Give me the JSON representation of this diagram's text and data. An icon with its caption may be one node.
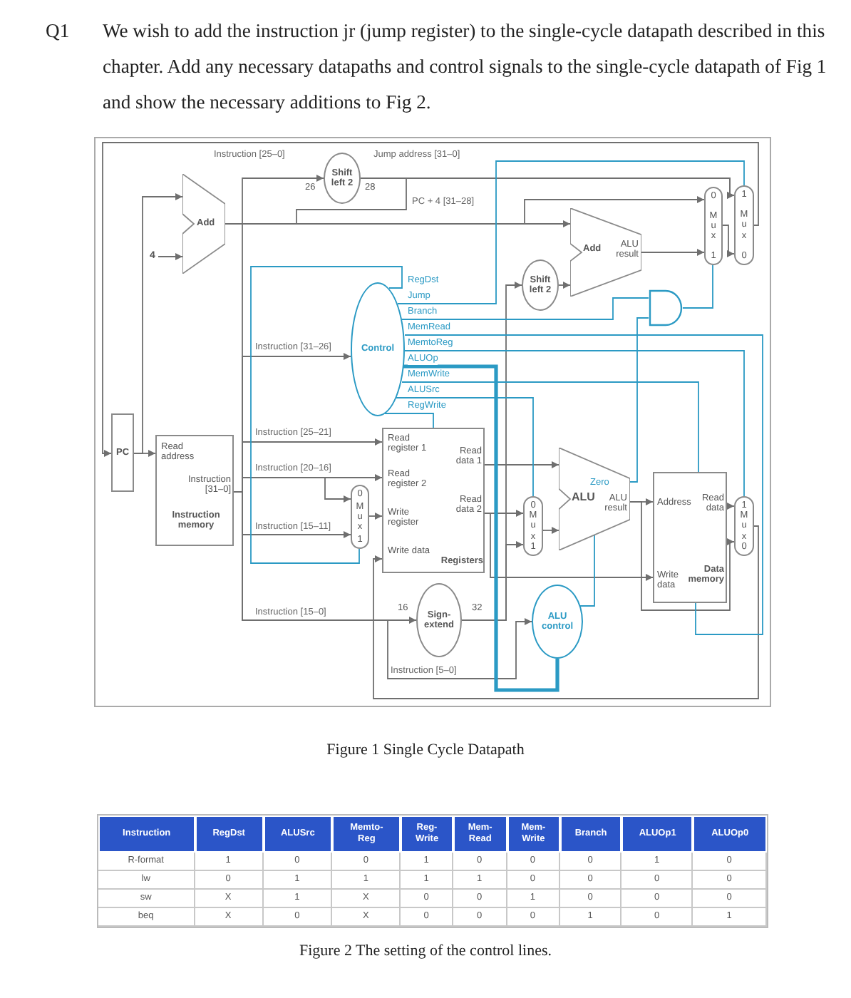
{
  "diagram": {
    "nodes": [
      {
        "text": [
          "PC"
        ]
      },
      {
        "text": [
          "Read address",
          "Instruction [31–0]",
          "Instruction memory"
        ]
      },
      {
        "text": [
          "Add"
        ]
      },
      {
        "text": [
          "Shift left 2"
        ]
      },
      {
        "text": [
          "Control"
        ]
      },
      {
        "text": [
          "Read register 1",
          "Read data 1",
          "Read register 2",
          "Write register",
          "Read data 2",
          "Write data",
          "Registers"
        ]
      },
      {
        "text": [
          "0",
          "Mux",
          "1"
        ]
      },
      {
        "text": [
          "Sign-extend"
        ]
      },
      {
        "text": [
          "0",
          "Mux",
          "1"
        ]
      },
      {
        "text": [
          "Zero",
          "ALU",
          "ALU result"
        ]
      },
      {
        "text": [
          "ALU control"
        ]
      },
      {
        "text": [
          "Address",
          "Read data",
          "Write data",
          "Data memory"
        ]
      },
      {
        "text": [
          "1",
          "Mux",
          "0"
        ]
      },
      {
        "text": [
          "Shift left 2"
        ]
      },
      {
        "text": [
          "Add",
          "ALU result"
        ]
      },
      {
        "text": [
          "0",
          "Mux",
          "1"
        ]
      },
      {
        "text": [
          "1",
          "Mux",
          "0"
        ]
      },
      {
        "text": [],
        "shape": "gate"
      },
      {
        "text": [
          "4"
        ]
      }
    ],
    "edges": [
      {
        "from": 0,
        "to": 1,
        "arrow": "to"
      },
      {
        "from": 0,
        "to": 2,
        "arrow": "to"
      },
      {
        "from": 18,
        "to": 2,
        "arrow": "to"
      },
      {
        "from": 1,
        "to": 3,
        "arrow": "to",
        "label": "Instruction [25–0]"
      },
      {
        "from": 3,
        "to": 16,
        "arrow": "to",
        "label": "Jump address [31–0]"
      },
      {
        "from": 2,
        "to": 16,
        "arrow": "to",
        "label": "PC + 4 [31–28]"
      },
      {
        "from": 2,
        "to": 14,
        "arrow": "to"
      },
      {
        "from": 2,
        "to": 15,
        "arrow": "to"
      },
      {
        "from": 1,
        "to": 4,
        "arrow": "to",
        "label": "Instruction [31–26]"
      },
      {
        "from": 1,
        "to": 5,
        "arrow": "to",
        "label": "Instruction [25–21]"
      },
      {
        "from": 1,
        "to": 5,
        "arrow": "to",
        "label": "Instruction [20–16]"
      },
      {
        "from": 1,
        "to": 6,
        "arrow": "to"
      },
      {
        "from": 1,
        "to": 6,
        "arrow": "to",
        "label": "Instruction [15–11]"
      },
      {
        "from": 6,
        "to": 5,
        "arrow": "to"
      },
      {
        "from": 1,
        "to": 7,
        "arrow": "to",
        "label": "Instruction [15–0]"
      },
      {
        "from": 1,
        "to": 10,
        "arrow": "to",
        "label": "Instruction [5–0]"
      },
      {
        "from": 5,
        "to": 9,
        "arrow": "to"
      },
      {
        "from": 5,
        "to": 8,
        "arrow": "to"
      },
      {
        "from": 5,
        "to": 11,
        "arrow": "to"
      },
      {
        "from": 7,
        "to": 8,
        "arrow": "to"
      },
      {
        "from": 7,
        "to": 13,
        "arrow": "to"
      },
      {
        "from": 13,
        "to": 14,
        "arrow": "to"
      },
      {
        "from": 14,
        "to": 15,
        "arrow": "to"
      },
      {
        "from": 8,
        "to": 9,
        "arrow": "to"
      },
      {
        "from": 9,
        "to": 11,
        "arrow": "to"
      },
      {
        "from": 9,
        "to": 12,
        "arrow": "to"
      },
      {
        "from": 11,
        "to": 12,
        "arrow": "to"
      },
      {
        "from": 12,
        "to": 5,
        "arrow": "to"
      },
      {
        "from": 15,
        "to": 16,
        "arrow": "to"
      },
      {
        "from": 16,
        "to": 0,
        "arrow": "to"
      },
      {
        "from": 9,
        "to": 17,
        "arrow": "none",
        "color": "#2b9ac4"
      },
      {
        "from": 17,
        "to": 15,
        "arrow": "none",
        "color": "#2b9ac4"
      },
      {
        "from": 4,
        "to": 6,
        "arrow": "none",
        "color": "#2b9ac4",
        "label": "RegDst"
      },
      {
        "from": 4,
        "to": 16,
        "arrow": "none",
        "color": "#2b9ac4",
        "label": "Jump"
      },
      {
        "from": 4,
        "to": 17,
        "arrow": "none",
        "color": "#2b9ac4",
        "label": "Branch"
      },
      {
        "from": 4,
        "to": 11,
        "arrow": "none",
        "color": "#2b9ac4",
        "label": "MemRead"
      },
      {
        "from": 4,
        "to": 12,
        "arrow": "none",
        "color": "#2b9ac4",
        "label": "MemtoReg"
      },
      {
        "from": 4,
        "to": 10,
        "arrow": "none",
        "color": "#2b9ac4",
        "label": "ALUOp",
        "style": "thick"
      },
      {
        "from": 4,
        "to": 11,
        "arrow": "none",
        "color": "#2b9ac4",
        "label": "MemWrite"
      },
      {
        "from": 4,
        "to": 8,
        "arrow": "none",
        "color": "#2b9ac4",
        "label": "ALUSrc"
      },
      {
        "from": 4,
        "to": 5,
        "arrow": "none",
        "color": "#2b9ac4",
        "label": "RegWrite"
      },
      {
        "from": 10,
        "to": 9,
        "arrow": "none",
        "color": "#2b9ac4"
      }
    ],
    "labels": [
      "Q1",
      "We wish to add the instruction jr (jump register) to the single-cycle datapath described in this chapter. Add any necessary datapaths and control signals to the single-cycle datapath of Fig 1 and show the necessary additions to Fig 2.",
      "26",
      "28",
      "16",
      "32",
      "Figure 1 Single Cycle Datapath",
      "Instruction",
      "RegDst",
      "ALUSrc",
      "Memto-Reg",
      "Reg-Write",
      "Mem-Read",
      "Mem-Write",
      "Branch",
      "ALUOp1",
      "ALUOp0",
      "R-format",
      "1",
      "0",
      "0",
      "1",
      "0",
      "0",
      "0",
      "1",
      "0",
      "lw",
      "0",
      "1",
      "1",
      "1",
      "1",
      "0",
      "0",
      "0",
      "0",
      "sw",
      "X",
      "1",
      "X",
      "0",
      "0",
      "1",
      "0",
      "0",
      "0",
      "beq",
      "X",
      "0",
      "X",
      "0",
      "0",
      "0",
      "1",
      "0",
      "1",
      "Figure 2 The setting of the control lines."
    ]
  }
}
